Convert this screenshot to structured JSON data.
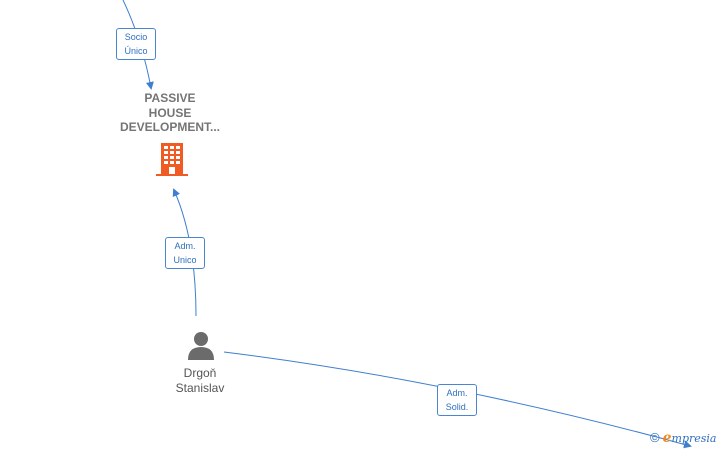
{
  "company": {
    "name_lines": [
      "PASSIVE",
      "HOUSE",
      "DEVELOPMENT..."
    ],
    "icon": "building-icon",
    "icon_color": "#f05a23"
  },
  "person": {
    "name_lines": [
      "Drgoň",
      "Stanislav"
    ],
    "icon": "person-icon",
    "icon_color": "#6b6b6b"
  },
  "edges": [
    {
      "label_lines": [
        "Socio",
        "Único"
      ]
    },
    {
      "label_lines": [
        "Adm.",
        "Unico"
      ]
    },
    {
      "label_lines": [
        "Adm.",
        "Solid."
      ]
    }
  ],
  "colors": {
    "edge": "#3f7fcf",
    "label_text": "#2e6fbf"
  },
  "brand": {
    "copyright": "©",
    "e": "e",
    "rest": "mpresia"
  }
}
